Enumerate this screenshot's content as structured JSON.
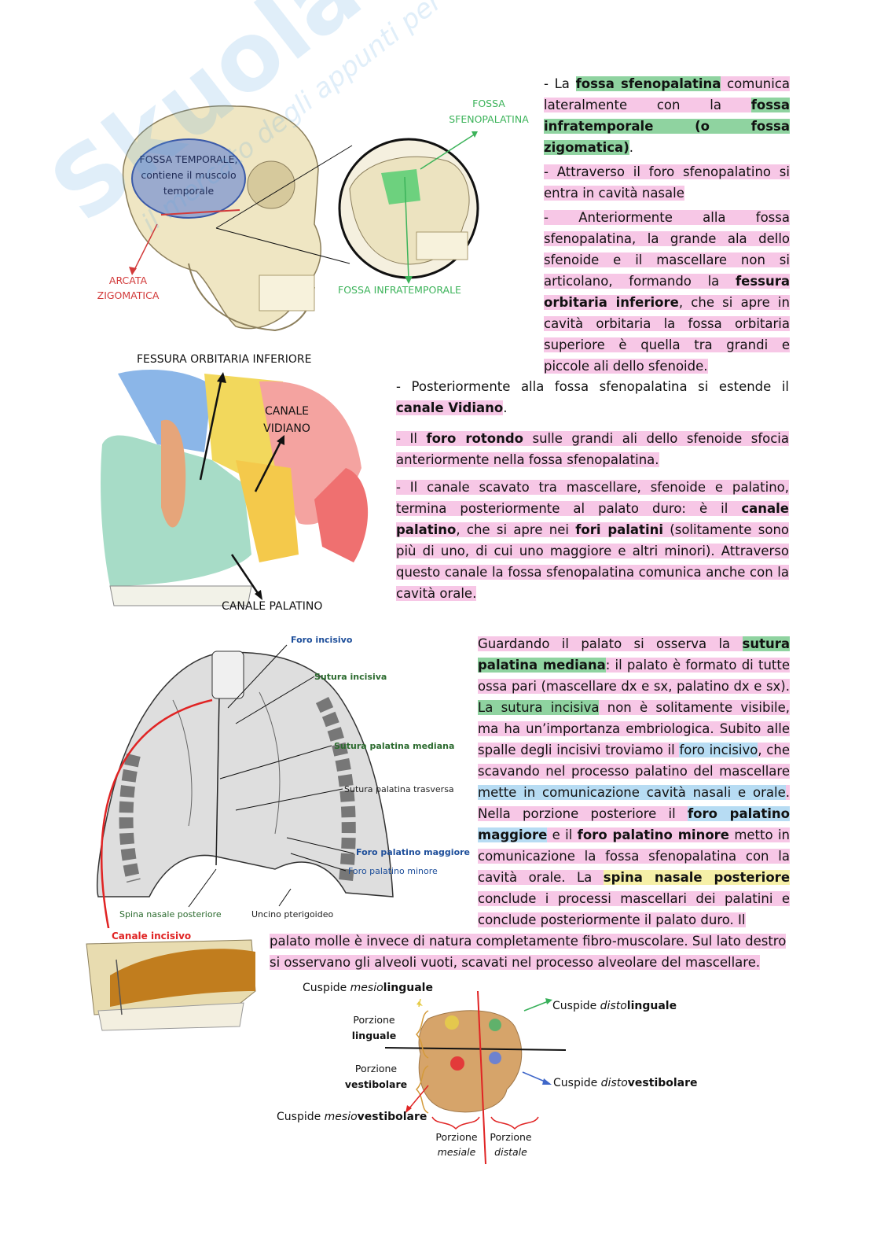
{
  "watermark": {
    "text1": "Skuola.net",
    "text2": "il mercato degli appunti per studenti"
  },
  "fig1": {
    "fossa_temporale": "FOSSA TEMPORALE, contiene il muscolo temporale",
    "arcata": "ARCATA ZIGOMATICA",
    "fossa_sfeno": "FOSSA SFENOPALATINA",
    "fossa_infra": "FOSSA INFRATEMPORALE"
  },
  "para1": {
    "p1_a": "-  La ",
    "p1_b": "fossa sfenopalatina",
    "p1_c": " comunica lateralmente con la ",
    "p1_d": "fossa infratemporale (o fossa zigomatica)",
    "p1_e": ".",
    "p2": "- Attraverso il foro sfenopalatino si entra in cavità nasale",
    "p3_a": "-  Anteriormente alla fossa sfenopalatina, la grande ala dello sfenoide e il mascellare non si articolano, formando la ",
    "p3_b": "fessura orbitaria inferiore",
    "p3_c": ", che si apre in cavità orbitaria la fossa orbitaria superiore è quella tra grandi e piccole ali dello sfenoide."
  },
  "fig2": {
    "fessura": "FESSURA ORBITARIA INFERIORE",
    "vidiano_1": "CANALE",
    "vidiano_2": "VIDIANO",
    "palatino": "CANALE PALATINO"
  },
  "para2": {
    "p1_a": "- Posteriormente alla fossa sfenopalatina si estende il ",
    "p1_b": "canale Vidiano",
    "p1_c": ".",
    "p2_a": "-  Il ",
    "p2_b": "foro rotondo",
    "p2_c": " sulle grandi ali dello sfenoide sfocia anteriormente nella fossa sfenopalatina.",
    "p3_a": "-  Il canale scavato tra mascellare, sfenoide e palatino, termina posteriormente al palato duro: è il ",
    "p3_b": "canale palatino",
    "p3_c": ", che si apre nei ",
    "p3_d": "fori palatini",
    "p3_e": " (solitamente sono più di uno, di cui uno maggiore e altri minori). Attraverso questo canale la fossa sfenopalatina comunica anche con la cavità orale."
  },
  "fig3": {
    "foro_incisivo": "Foro incisivo",
    "sutura_incisiva": "Sutura incisiva",
    "sutura_mediana": "Sutura palatina mediana",
    "sutura_trasversa": "Sutura palatina trasversa",
    "foro_maggiore": "Foro palatino maggiore",
    "foro_minore": "Foro palatino minore",
    "spina": "Spina nasale posteriore",
    "uncino": "Uncino pterigoideo",
    "canale_incisivo": "Canale incisivo"
  },
  "para3": {
    "a": "Guardando il palato si osserva la ",
    "b": "sutura palatina mediana",
    "c": ": il palato è formato di tutte ossa pari (mascellare dx e sx, palatino dx e sx). ",
    "d": "La sutura incisiva",
    "e": " non è solitamente visibile, ma ha un’importanza embriologica. Subito alle spalle degli incisivi troviamo il ",
    "f": "foro incisivo",
    "g": ", che scavando nel processo palatino del mascellare ",
    "h": "mette in comunicazione cavità nasali e orale",
    "i": ". Nella porzione posteriore il ",
    "j": "foro palatino maggiore",
    "k": " e il ",
    "l": "foro palatino minore",
    "m": " metto in comunicazione la fossa sfenopalatina con la cavità orale. La ",
    "n": "spina nasale posteriore",
    "o": " conclude i processi mascellari dei palatini e conclude posteriormente il palato duro. Il",
    "tail": "palato molle è invece di natura completamente fibro-muscolare. Sul lato destro si osservano gli alveoli vuoti, scavati nel processo alveolare del mascellare."
  },
  "fig4": {
    "mesioling_a": "Cuspide ",
    "mesioling_b": "mesio",
    "mesioling_c": "linguale",
    "distoling_a": "Cuspide ",
    "distoling_b": "disto",
    "distoling_c": "linguale",
    "distovest_a": "Cuspide ",
    "distovest_b": "disto",
    "distovest_c": "vestibolare",
    "mesiovest_a": "Cuspide ",
    "mesiovest_b": "mesio",
    "mesiovest_c": "vestibolare",
    "porz_ling_1": "Porzione",
    "porz_ling_2": "linguale",
    "porz_vest_1": "Porzione",
    "porz_vest_2": "vestibolare",
    "porz_mes_1": "Porzione",
    "porz_mes_2": "mesiale",
    "porz_dis_1": "Porzione",
    "porz_dis_2": "distale"
  }
}
